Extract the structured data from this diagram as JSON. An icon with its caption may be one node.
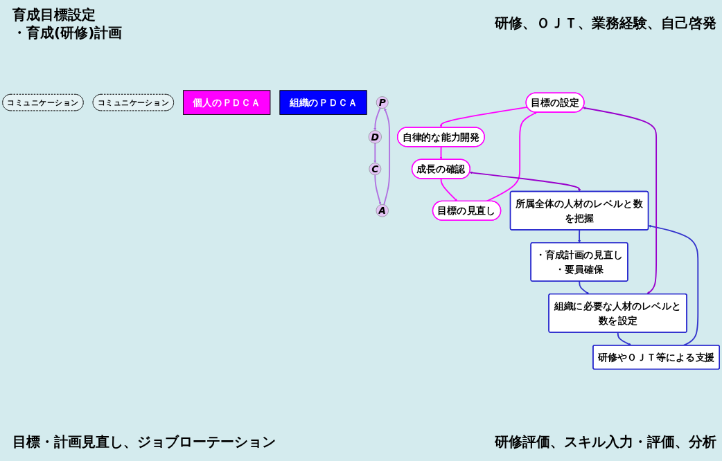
{
  "diagram": {
    "nodes": [
      {
        "text": [
          "組織に必要な人材のレベルと数を設定"
        ]
      },
      {
        "text": [
          "研修やＯＪＴ等による支援"
        ]
      },
      {
        "text": [
          "所属全体の人材のレベルと数を把握"
        ]
      },
      {
        "text": [
          "・育成計画の見直し",
          "・要員確保"
        ]
      },
      {
        "text": [
          "目標の設定"
        ]
      },
      {
        "text": [
          "自律的な能力開発"
        ]
      },
      {
        "text": [
          "成長の確認"
        ]
      },
      {
        "text": [
          "目標の見直し"
        ]
      },
      {
        "text": [
          "コミュニケーション"
        ]
      },
      {
        "text": [
          "コミュニケーション"
        ]
      },
      {
        "text": [
          "P"
        ]
      },
      {
        "text": [
          "D"
        ]
      },
      {
        "text": [
          "C"
        ]
      },
      {
        "text": [
          "A"
        ]
      },
      {
        "text": [
          "個人のＰＤＣＡ"
        ]
      },
      {
        "text": [
          "組織のＰＤＣＡ"
        ]
      }
    ],
    "edges": [
      {
        "from": 0,
        "to": 1,
        "arrow": "to",
        "color": "#3333cc"
      },
      {
        "from": 1,
        "to": 2,
        "arrow": "to",
        "color": "#3333cc"
      },
      {
        "from": 2,
        "to": 3,
        "arrow": "to",
        "color": "#3333cc"
      },
      {
        "from": 3,
        "to": 0,
        "arrow": "to",
        "color": "#3333cc"
      },
      {
        "from": 4,
        "to": 5,
        "arrow": "to",
        "color": "#ff00ff"
      },
      {
        "from": 5,
        "to": 6,
        "arrow": "to",
        "color": "#ff00ff"
      },
      {
        "from": 6,
        "to": 7,
        "arrow": "to",
        "color": "#ff00ff"
      },
      {
        "from": 7,
        "to": 4,
        "arrow": "to",
        "color": "#ff00ff"
      },
      {
        "from": 0,
        "to": 4,
        "arrow": "both",
        "color": "#9900cc"
      },
      {
        "from": 6,
        "to": 2,
        "arrow": "both",
        "color": "#9900cc"
      },
      {
        "from": 10,
        "to": 11,
        "arrow": "to",
        "color": "#b070e0"
      },
      {
        "from": 11,
        "to": 12,
        "arrow": "to",
        "color": "#b070e0"
      },
      {
        "from": 12,
        "to": 13,
        "arrow": "to",
        "color": "#b070e0"
      },
      {
        "from": 13,
        "to": 10,
        "arrow": "to",
        "color": "#b070e0"
      }
    ],
    "labels": [
      "育成目標設定",
      "・育成(研修)計画",
      "研修、ＯＪＴ、業務経験、自己啓発",
      "目標・計画見直し、ジョブローテーション",
      "研修評価、スキル入力・評価、分析"
    ]
  }
}
